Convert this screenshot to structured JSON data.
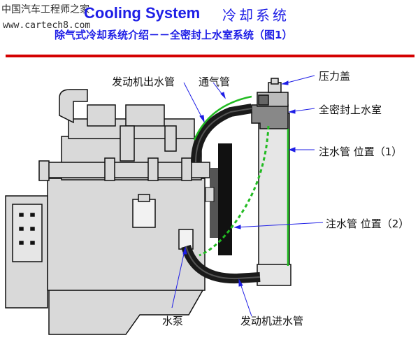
{
  "watermark": {
    "site_cn": "中国汽车工程师之家",
    "url": "www.cartech8.com"
  },
  "header": {
    "title_en": "Cooling System",
    "title_cn": "冷却系统",
    "subtitle": "除气式冷却系统介绍－－全密封上水室系统（图1）"
  },
  "labels": {
    "engine_outlet_pipe": "发动机出水管",
    "vent_pipe": "通气管",
    "pressure_cap": "压力盖",
    "sealed_top_tank": "全密封上水室",
    "fill_pipe_position_1": "注水管 位置（1）",
    "fill_pipe_position_2": "注水管 位置（2）",
    "water_pump": "水泵",
    "engine_inlet_pipe": "发动机进水管"
  },
  "colors": {
    "title": "#1e1ee6",
    "rule": "#d40000",
    "vent_line": "#22bb22",
    "hose": "#1a1a1a",
    "engine_fill": "#d9d9d9"
  }
}
